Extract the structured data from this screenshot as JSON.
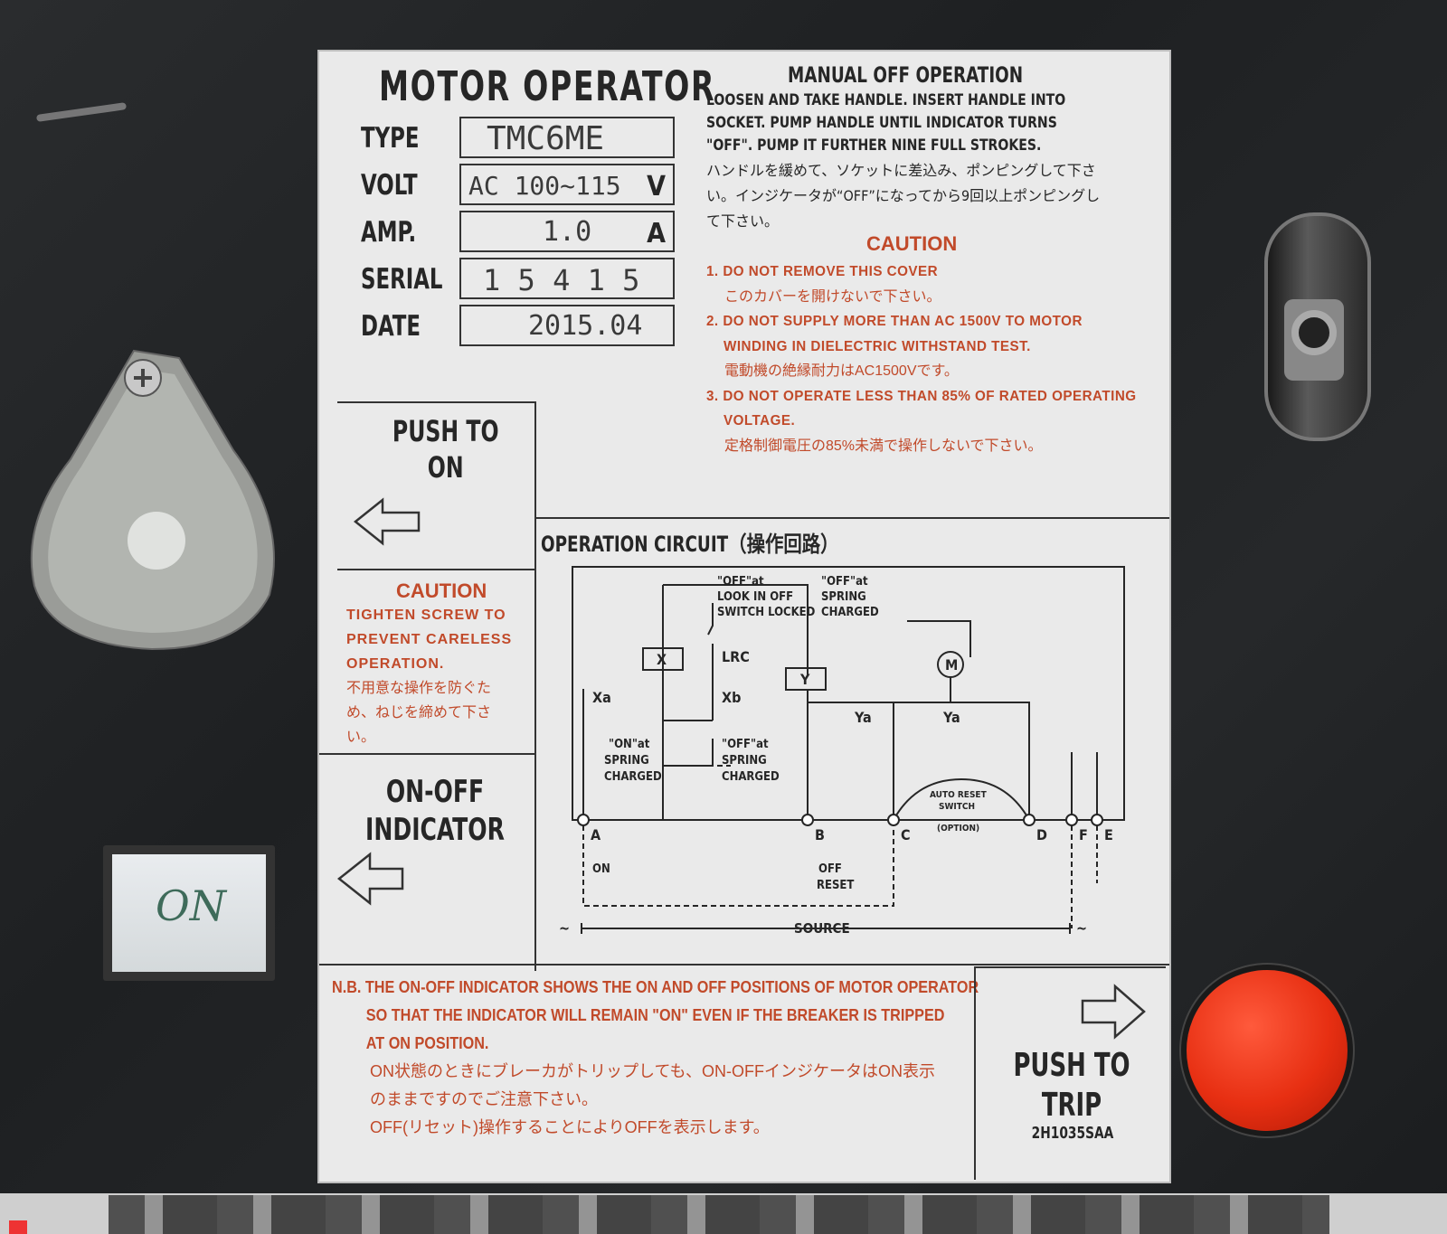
{
  "plate": {
    "title": "MOTOR OPERATOR",
    "specs": [
      {
        "label": "TYPE",
        "value": "TMC6ME",
        "unit": ""
      },
      {
        "label": "VOLT",
        "value": "AC 100~115",
        "unit": "V"
      },
      {
        "label": "AMP.",
        "value": "1.0",
        "unit": "A"
      },
      {
        "label": "SERIAL",
        "value": "1 5 4 1 5",
        "unit": ""
      },
      {
        "label": "DATE",
        "value": "2015.04",
        "unit": ""
      }
    ],
    "manual": {
      "title": "MANUAL OFF OPERATION",
      "text_en": "LOOSEN AND TAKE HANDLE. INSERT HANDLE INTO SOCKET. PUMP HANDLE UNTIL INDICATOR TURNS \"OFF\". PUMP IT FURTHER NINE FULL STROKES.",
      "text_jp": "ハンドルを緩めて、ソケットに差込み、ポンピングして下さい。インジケータが“OFF”になってから9回以上ポンピングして下さい。"
    },
    "caution": {
      "title": "CAUTION",
      "items": [
        {
          "en": "1. DO NOT REMOVE THIS COVER",
          "jp": "このカバーを開けないで下さい。"
        },
        {
          "en": "2. DO NOT SUPPLY MORE THAN AC 1500V TO MOTOR",
          "en2": "WINDING IN DIELECTRIC WITHSTAND TEST.",
          "jp": "電動機の絶縁耐力はAC1500Vです。"
        },
        {
          "en": "3. DO NOT OPERATE LESS THAN 85% OF RATED OPERATING",
          "en2": "VOLTAGE.",
          "jp": "定格制御電圧の85%未満で操作しないで下さい。"
        }
      ]
    },
    "push_to_on": [
      "PUSH TO",
      "ON"
    ],
    "left_caution": {
      "title": "CAUTION",
      "text_en": "TIGHTEN SCREW TO PREVENT CARELESS OPERATION.",
      "text_jp": "不用意な操作を防ぐため、ねじを締めて下さい。"
    },
    "onoff_indicator": [
      "ON-OFF",
      "INDICATOR"
    ],
    "circuit": {
      "title": "OPERATION CIRCUIT（操作回路）",
      "labels": {
        "off_lock": "\"OFF\"at",
        "off_lock2": "LOOK IN OFF",
        "off_lock3": "SWITCH LOCKED",
        "off_spring": "\"OFF\"at",
        "spring": "SPRING",
        "charged": "CHARGED",
        "on_at": "\"ON\"at",
        "x": "X",
        "xa": "Xa",
        "xb": "Xb",
        "lrc": "LRC",
        "y": "Y",
        "ya": "Ya",
        "m": "M",
        "auto_reset": "AUTO RESET",
        "switch": "SWITCH",
        "option": "(OPTION)",
        "on": "ON",
        "off": "OFF",
        "reset": "RESET",
        "a": "A",
        "b": "B",
        "c": "C",
        "d": "D",
        "f": "F",
        "e": "E",
        "source": "SOURCE",
        "tilde": "~"
      }
    },
    "bottom_note": {
      "line1": "N.B. THE ON-OFF INDICATOR SHOWS THE ON AND OFF POSITIONS OF MOTOR OPERATOR",
      "line2": "SO THAT THE INDICATOR WILL REMAIN \"ON\" EVEN IF THE BREAKER IS TRIPPED",
      "line3": "AT ON POSITION.",
      "jp1": "ON状態のときにブレーカがトリップしても、ON-OFFインジケータはON表示",
      "jp2": "のままですのでご注意下さい。",
      "jp3": "OFF(リセット)操作することによりOFFを表示します。"
    },
    "push_to_trip": [
      "PUSH TO",
      "TRIP"
    ],
    "part_number": "2H1035SAA"
  },
  "indicator_window": {
    "text": "ON"
  },
  "colors": {
    "ink": "#262626",
    "red": "#c14a2a",
    "button": "#e72f12",
    "housing": "#222426"
  }
}
